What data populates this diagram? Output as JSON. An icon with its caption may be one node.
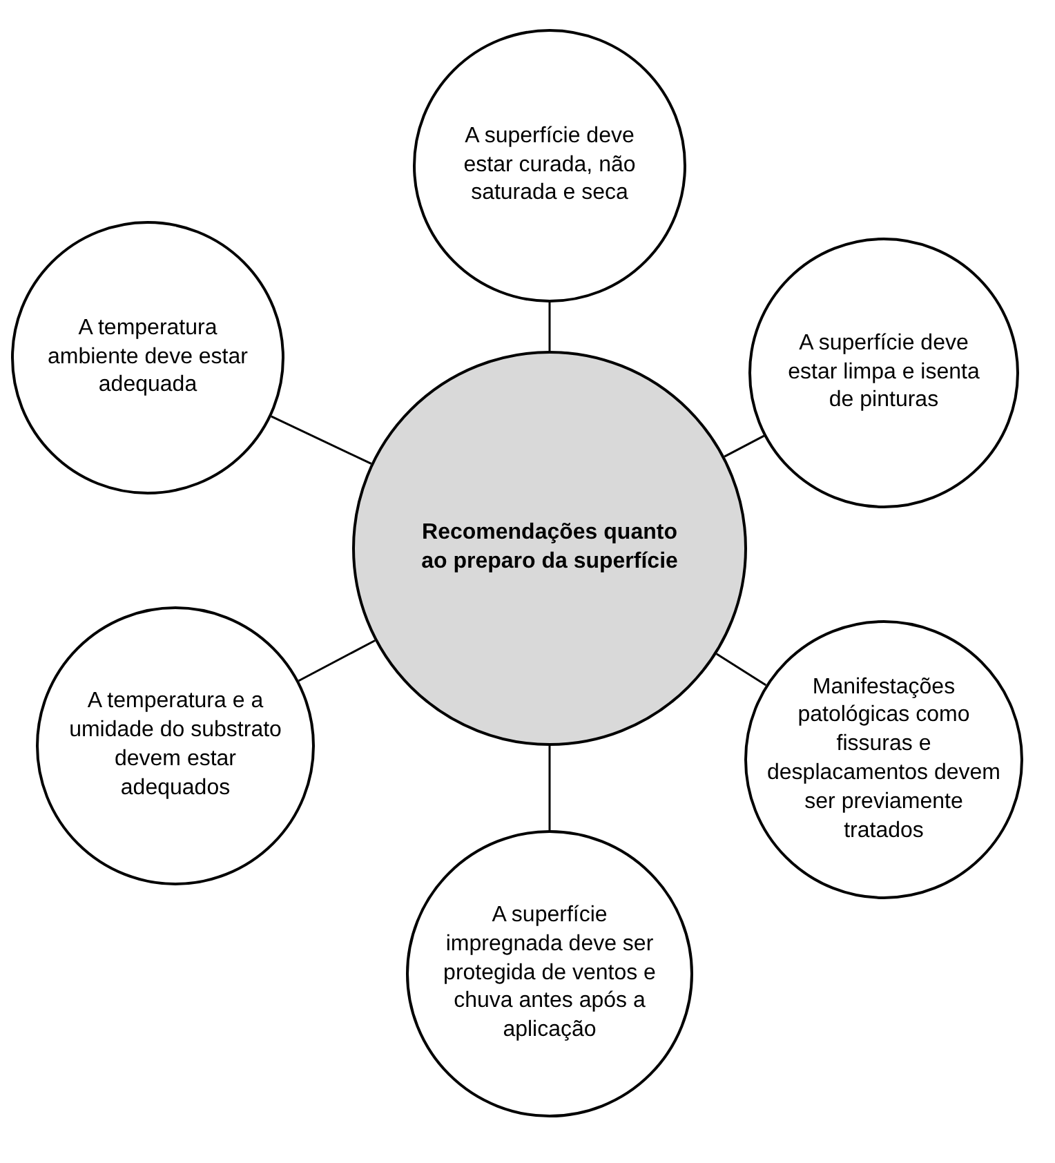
{
  "diagram": {
    "nodes": [
      {
        "text": [
          "Recomendações quanto ao preparo da superfície"
        ]
      },
      {
        "text": [
          "A superfície deve estar curada, não saturada e seca"
        ]
      },
      {
        "text": [
          "A superfície deve estar limpa e isenta de pinturas"
        ]
      },
      {
        "text": [
          "Manifestações patológicas como fissuras e desplacamentos devem ser previamente tratados"
        ]
      },
      {
        "text": [
          "A superfície impregnada deve ser protegida de ventos e chuva antes após a aplicação"
        ]
      },
      {
        "text": [
          "A temperatura e a umidade do substrato devem estar adequados"
        ]
      },
      {
        "text": [
          "A temperatura ambiente deve estar adequada"
        ]
      }
    ],
    "edges": [
      {
        "from": 0,
        "to": 1,
        "arrow": "none"
      },
      {
        "from": 0,
        "to": 2,
        "arrow": "none"
      },
      {
        "from": 0,
        "to": 3,
        "arrow": "none"
      },
      {
        "from": 0,
        "to": 4,
        "arrow": "none"
      },
      {
        "from": 0,
        "to": 5,
        "arrow": "none"
      },
      {
        "from": 0,
        "to": 6,
        "arrow": "none"
      }
    ]
  }
}
